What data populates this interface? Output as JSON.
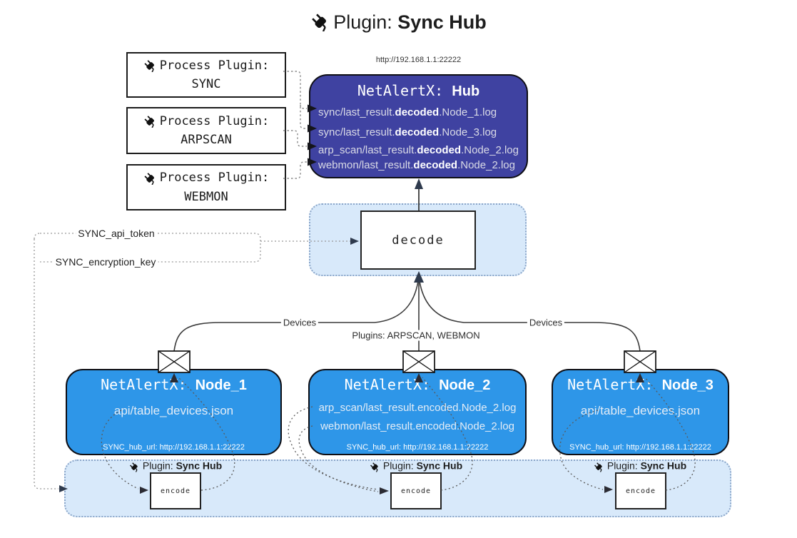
{
  "diagram_title": {
    "icon": "plug-icon",
    "prefix": "Plugin:",
    "name": "Sync Hub"
  },
  "process_plugins": [
    {
      "icon": "plug-icon",
      "label": "Process Plugin:",
      "name": "SYNC"
    },
    {
      "icon": "plug-icon",
      "label": "Process Plugin:",
      "name": "ARPSCAN"
    },
    {
      "icon": "plug-icon",
      "label": "Process Plugin:",
      "name": "WEBMON"
    }
  ],
  "hub": {
    "url": "http://192.168.1.1:22222",
    "title_prefix": "NetAlertX:",
    "title_name": "Hub",
    "lines": [
      {
        "pre": "sync/last_result.",
        "bold": "decoded",
        "post": ".Node_1.log"
      },
      {
        "pre": "sync/last_result.",
        "bold": "decoded",
        "post": ".Node_3.log"
      },
      {
        "pre": "arp_scan/last_result.",
        "bold": "decoded",
        "post": ".Node_2.log"
      },
      {
        "pre": "webmon/last_result.",
        "bold": "decoded",
        "post": ".Node_2.log"
      }
    ]
  },
  "decode_label": "decode",
  "keys": {
    "api_token": "SYNC_api_token",
    "encryption_key": "SYNC_encryption_key"
  },
  "edge_labels": {
    "devices_left": "Devices",
    "devices_right": "Devices",
    "plugins_mid": "Plugins: ARPSCAN, WEBMON"
  },
  "nodes": [
    {
      "title_prefix": "NetAlertX:",
      "title_name": "Node_1",
      "lines": [
        "api/table_devices.json"
      ],
      "hub_url": "SYNC_hub_url: http://192.168.1.1:22222"
    },
    {
      "title_prefix": "NetAlertX:",
      "title_name": "Node_2",
      "lines": [
        "arp_scan/last_result.encoded.Node_2.log",
        "webmon/last_result.encoded.Node_2.log"
      ],
      "hub_url": "SYNC_hub_url: http://192.168.1.1:22222"
    },
    {
      "title_prefix": "NetAlertX:",
      "title_name": "Node_3",
      "lines": [
        "api/table_devices.json"
      ],
      "hub_url": "SYNC_hub_url: http://192.168.1.1:22222"
    }
  ],
  "encode_blocks": [
    {
      "icon": "plug-icon",
      "label_prefix": "Plugin:",
      "label_name": "Sync Hub",
      "box_label": "encode"
    },
    {
      "icon": "plug-icon",
      "label_prefix": "Plugin:",
      "label_name": "Sync Hub",
      "box_label": "encode"
    },
    {
      "icon": "plug-icon",
      "label_prefix": "Plugin:",
      "label_name": "Sync Hub",
      "box_label": "encode"
    }
  ],
  "colors": {
    "hub_fill": "#3f42a1",
    "node_fill": "#2e96e8",
    "panel_fill": "#d8e9fa",
    "panel_border": "#8ba6c9",
    "arrow_dark": "#2e3a4d",
    "line_dark": "#3a3a3a"
  }
}
